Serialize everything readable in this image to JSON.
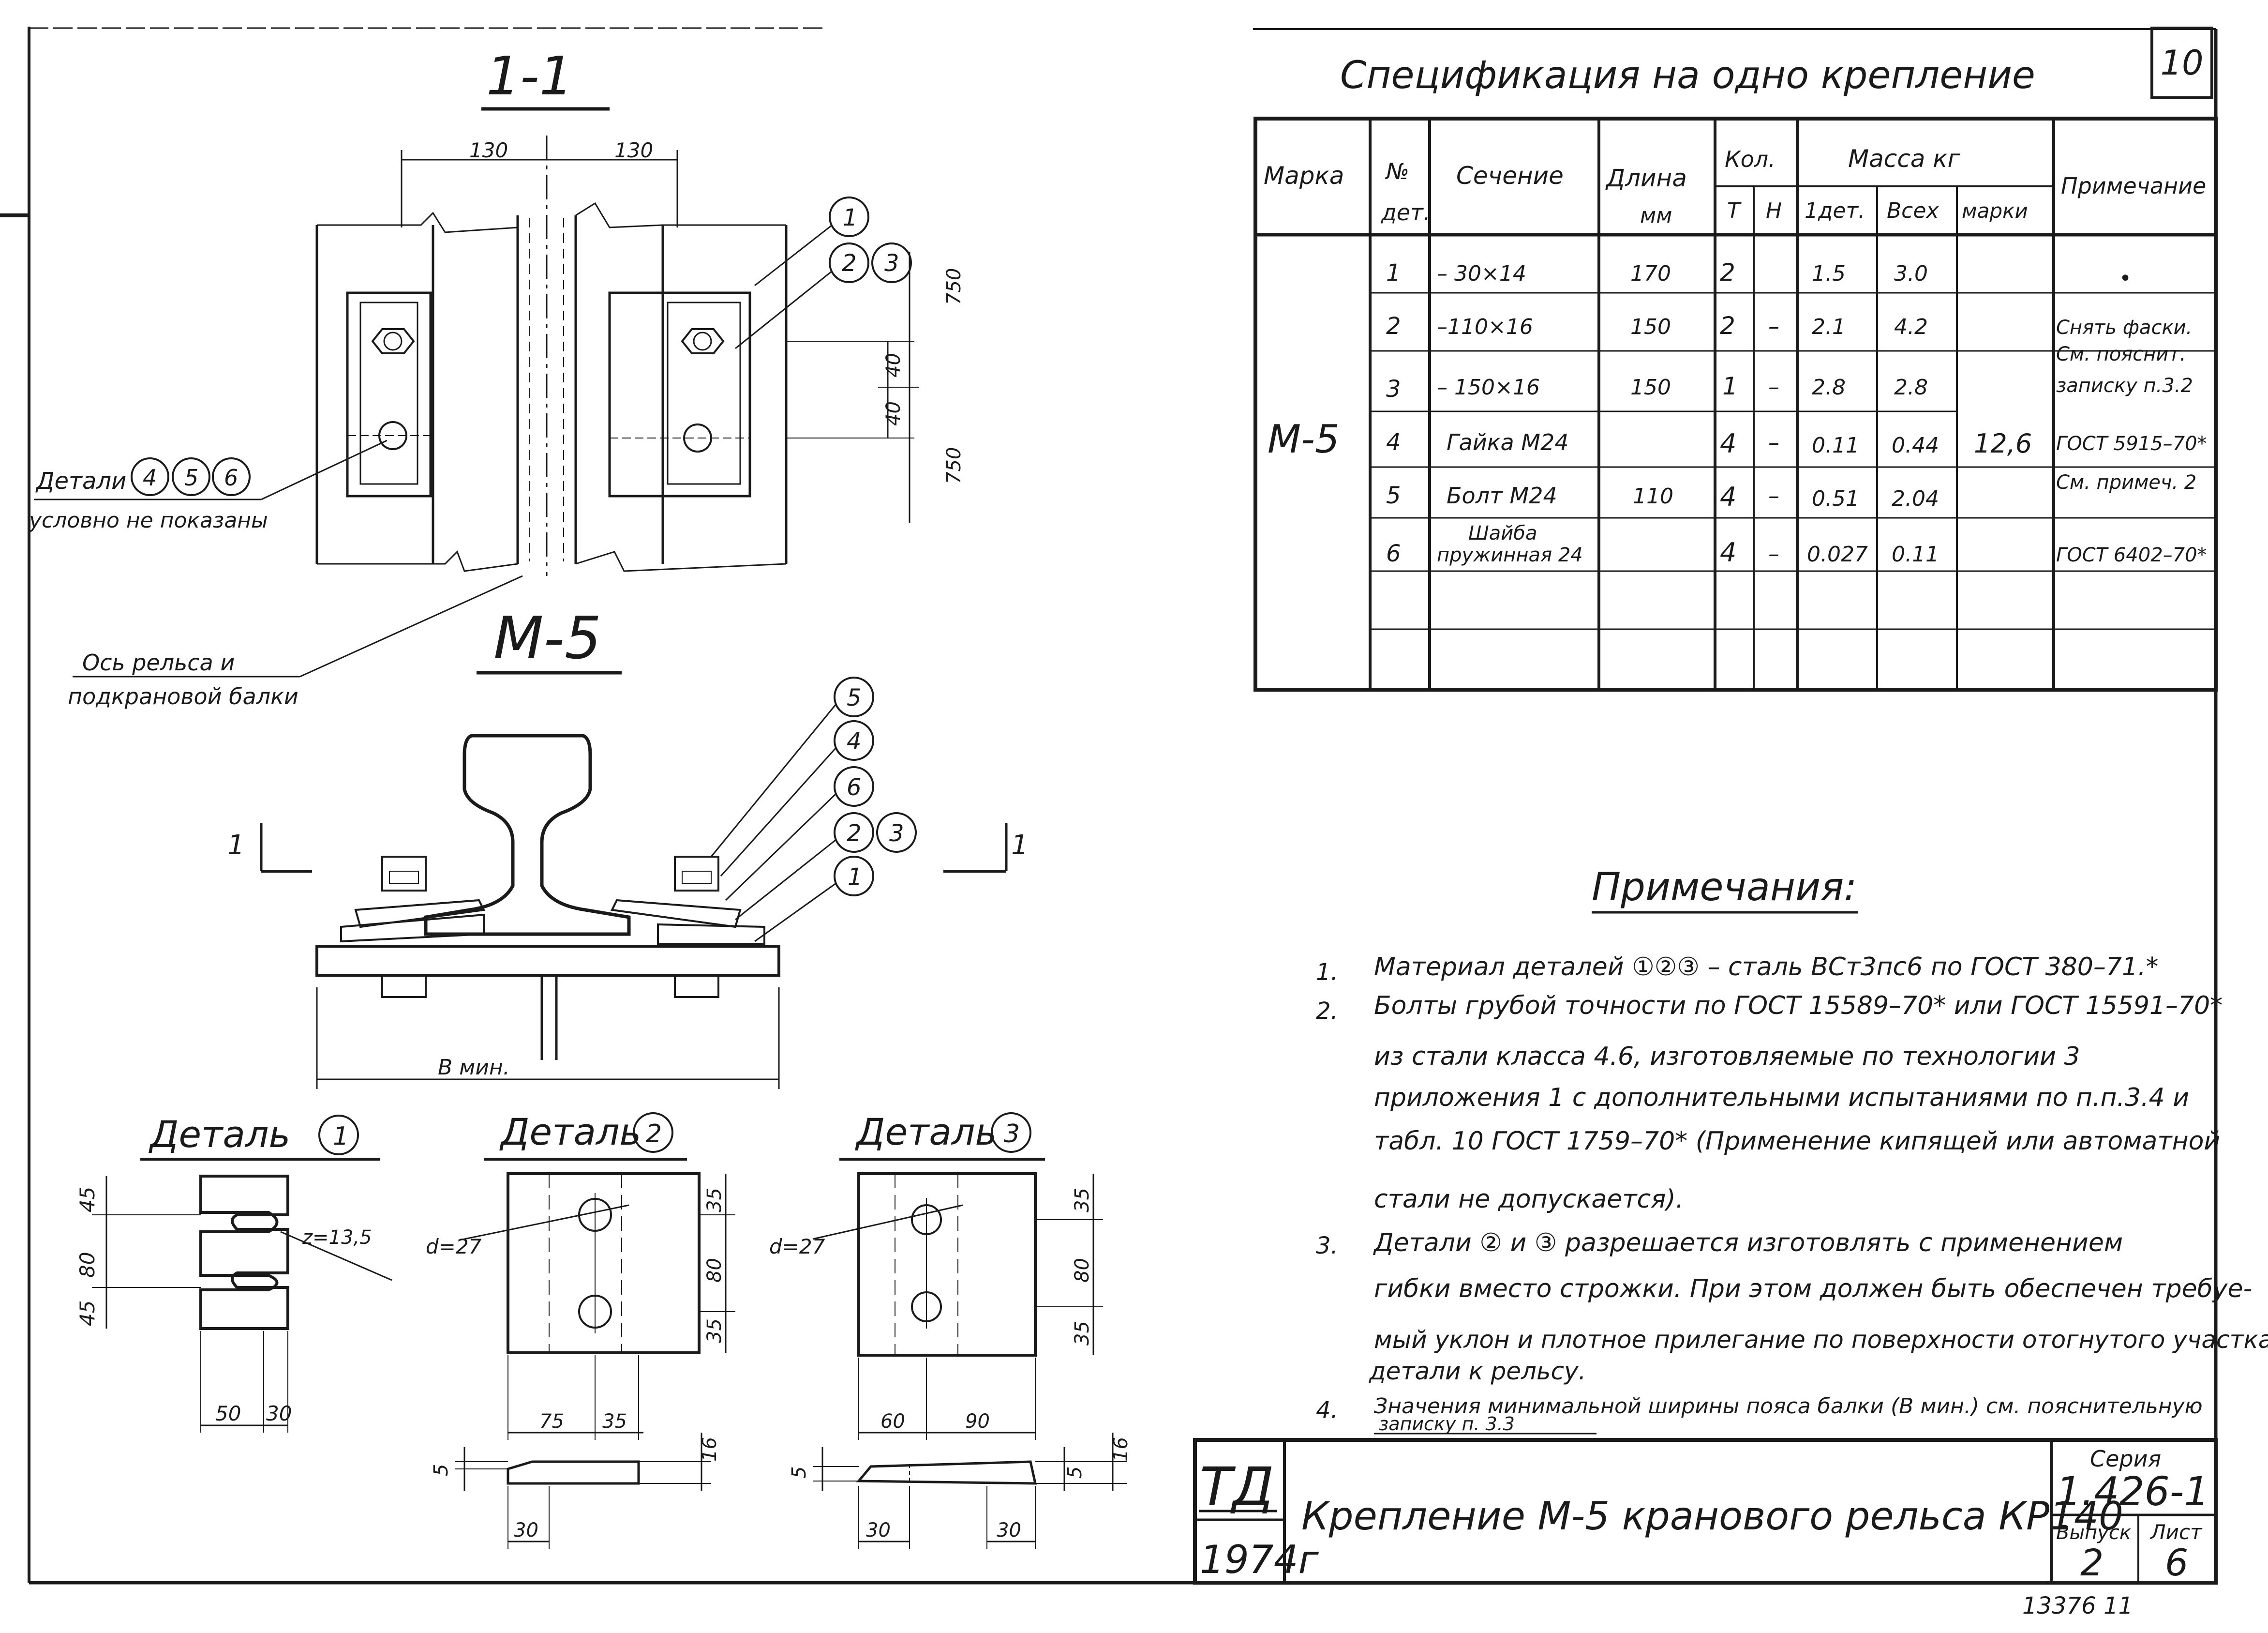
{
  "spec": {
    "title": "Спецификация на одно крепление",
    "headers": {
      "marka": "Марка",
      "det_a": "№",
      "det_b": "дет.",
      "sechenie": "Сечение",
      "dlina_a": "Длина",
      "dlina_b": "мм",
      "kol": "Кол.",
      "kol_t": "Т",
      "kol_n": "Н",
      "massa": "Масса кг",
      "m_det": "1дет.",
      "m_vsex": "Всех",
      "m_marki": "марки",
      "primechanie": "Примечание"
    },
    "marka_value": "М-5",
    "marka_mass": "12,6",
    "rows": [
      {
        "n": "1",
        "sech": "– 30×14",
        "len": "170",
        "t": "2",
        "h": "–",
        "m1": "1.5",
        "mall": "3.0",
        "note": "•"
      },
      {
        "n": "2",
        "sech": "–110×16",
        "len": "150",
        "t": "2",
        "h": "–",
        "m1": "2.1",
        "mall": "4.2",
        "note": "Снять фаски."
      },
      {
        "n": "3",
        "sech": "– 150×16",
        "len": "150",
        "t": "1",
        "h": "–",
        "m1": "2.8",
        "mall": "2.8",
        "note": "запиcку п.3.2"
      },
      {
        "n": "4",
        "sech": "Гайка М24",
        "len": "",
        "t": "4",
        "h": "–",
        "m1": "0.11",
        "mall": "0.44",
        "note": "ГОСТ 5915–70*"
      },
      {
        "n": "5",
        "sech": "Болт М24",
        "len": "110",
        "t": "4",
        "h": "–",
        "m1": "0.51",
        "mall": "2.04",
        "note": "См. примеч. 2"
      },
      {
        "n": "6",
        "sech_a": "Шайба",
        "sech": "пружинная 24",
        "len": "",
        "t": "4",
        "h": "–",
        "m1": "0.027",
        "mall": "0.11",
        "note": "ГОСТ 6402–70*"
      }
    ],
    "note_row2_line2": "См. пояснит."
  },
  "page_number": "10",
  "section": {
    "label": "1-1",
    "dim_130a": "130",
    "dim_130b": "130",
    "dim_750a": "750",
    "dim_750b": "750",
    "dim_40a": "40",
    "dim_40b": "40",
    "c1": "1",
    "c2": "2",
    "c3": "3",
    "details_label": "Детали",
    "d4": "4",
    "d5": "5",
    "d6": "6",
    "details_note": "условно не показаны",
    "axis_line1": "Ось рельса и",
    "axis_line2": "подкрановой балки"
  },
  "m5": {
    "label": "М-5",
    "b5": "5",
    "b4": "4",
    "b6": "6",
    "b2": "2",
    "b3": "3",
    "b1": "1",
    "cut_left": "1",
    "cut_right": "1",
    "bmin": "В мин."
  },
  "detail1": {
    "title": "Деталь",
    "num": "1",
    "d45a": "45",
    "d80": "80",
    "d45b": "45",
    "z": "z=13,5",
    "w50": "50",
    "w30": "30"
  },
  "detail2": {
    "title": "Деталь",
    "num": "2",
    "d": "d=27",
    "d35a": "35",
    "d80": "80",
    "d35b": "35",
    "w75": "75",
    "w35": "35",
    "s5": "5",
    "s16": "16",
    "s30": "30"
  },
  "detail3": {
    "title": "Деталь",
    "num": "3",
    "d": "d=27",
    "d35a": "35",
    "d80": "80",
    "d35b": "35",
    "w60": "60",
    "w90": "90",
    "s5a": "5",
    "s5b": "5",
    "s16": "16",
    "s30a": "30",
    "s30b": "30"
  },
  "notes": {
    "title": "Примечания:",
    "n1_num": "1.",
    "n1": "Материал деталей ①②③ – сталь ВСт3пс6 по ГОСТ 380–71.*",
    "n2_num": "2.",
    "n2a": "Болты грубой точности по ГОСТ 15589–70* или ГОСТ 15591–70*",
    "n2b": "из стали класса 4.6, изготовляемые по технологии 3",
    "n2c": "приложения 1 с дополнительными испытаниями по п.п.3.4 и",
    "n2d": "табл. 10 ГОСТ 1759–70* (Применение кипящей или автоматной",
    "n2e": "стали не допускается).",
    "n3_num": "3.",
    "n3a": "Детали ② и ③ разрешается изготовлять с применением",
    "n3b": "гибки вместо строжки. При этом должен быть обеспечен требуе-",
    "n3c": "мый уклон и плотное прилегание по поверхности отогнутого участка",
    "n3d": "детали к рельсу.",
    "n4_num": "4.",
    "n4a": "Значения минимальной ширины пояса балки (В мин.) см. пояснительную",
    "n4b": "записку п. 3.3"
  },
  "titleblock": {
    "td": "ТД",
    "year": "1974г",
    "name": "Крепление М-5 кранового рельса КР140",
    "seria_label": "Серия",
    "seria": "1.426-1",
    "vypusk_label": "Выпуск",
    "vypusk": "2",
    "list_label": "Лист",
    "list": "6"
  },
  "footer_code": "13376 11"
}
